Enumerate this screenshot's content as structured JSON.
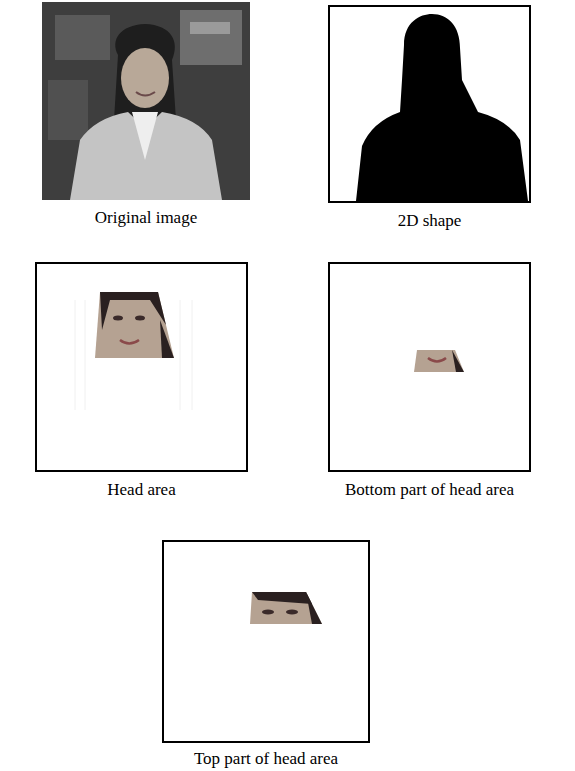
{
  "diagram": {
    "nodes": [
      {
        "text": [
          "Original image"
        ]
      },
      {
        "text": [
          "2D shape"
        ]
      },
      {
        "text": [
          "Head area"
        ]
      },
      {
        "text": [
          "Bottom part of head area"
        ]
      },
      {
        "text": [
          "Top part of head area"
        ]
      }
    ]
  }
}
